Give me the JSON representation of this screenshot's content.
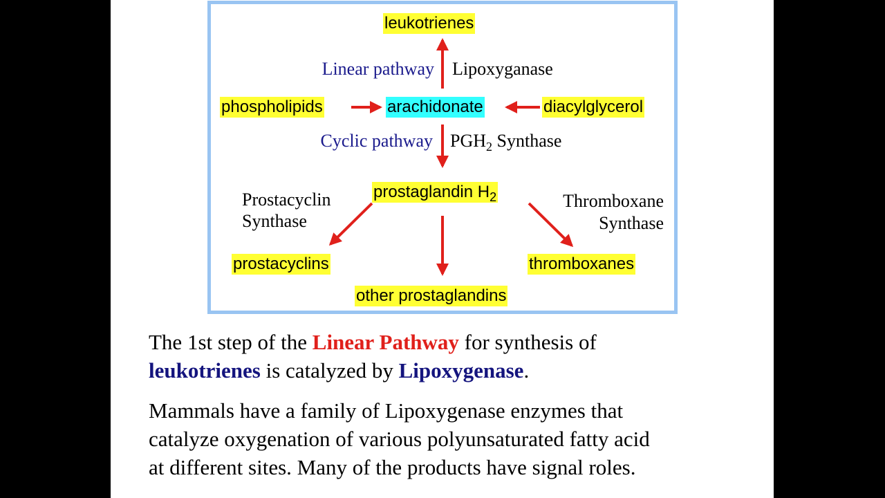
{
  "diagram": {
    "nodes": {
      "leukotrienes": "leukotrienes",
      "phospholipids": "phospholipids",
      "arachidonate": "arachidonate",
      "diacylglycerol": "diacylglycerol",
      "prostaglandin_h2": "prostaglandin H",
      "prostaglandin_h2_sub": "2",
      "prostacyclins": "prostacyclins",
      "thromboxanes": "thromboxanes",
      "other_prostaglandins": "other prostaglandins"
    },
    "labels": {
      "linear_pathway": "Linear pathway",
      "lipoxyganase": "Lipoxyganase",
      "cyclic_pathway": "Cyclic pathway",
      "pgh_synthase_a": "PGH",
      "pgh_synthase_sub": "2",
      "pgh_synthase_b": " Synthase",
      "prostacyclin_synthase_1": "Prostacyclin",
      "prostacyclin_synthase_2": "Synthase",
      "thromboxane_synthase_1": "Thromboxane",
      "thromboxane_synthase_2": "Synthase"
    },
    "colors": {
      "highlight": "#ffff33",
      "arachidonate_highlight": "#33ffff",
      "arrow": "#e0201b",
      "frame": "#99c4f2",
      "pathway_label": "#1a1a8c"
    }
  },
  "text": {
    "p1_a": "The 1st step of the ",
    "p1_linear": "Linear Pathway",
    "p1_b": " for synthesis of",
    "p1_leuko": "leukotrienes",
    "p1_c": " is catalyzed by ",
    "p1_lipox": "Lipoxygenase",
    "p1_d": ".",
    "p2_line1": "Mammals have a family of Lipoxygenase enzymes that",
    "p2_line2": "catalyze oxygenation of various polyunsaturated fatty acid",
    "p2_line3": "at different sites. Many of the products have signal roles."
  }
}
